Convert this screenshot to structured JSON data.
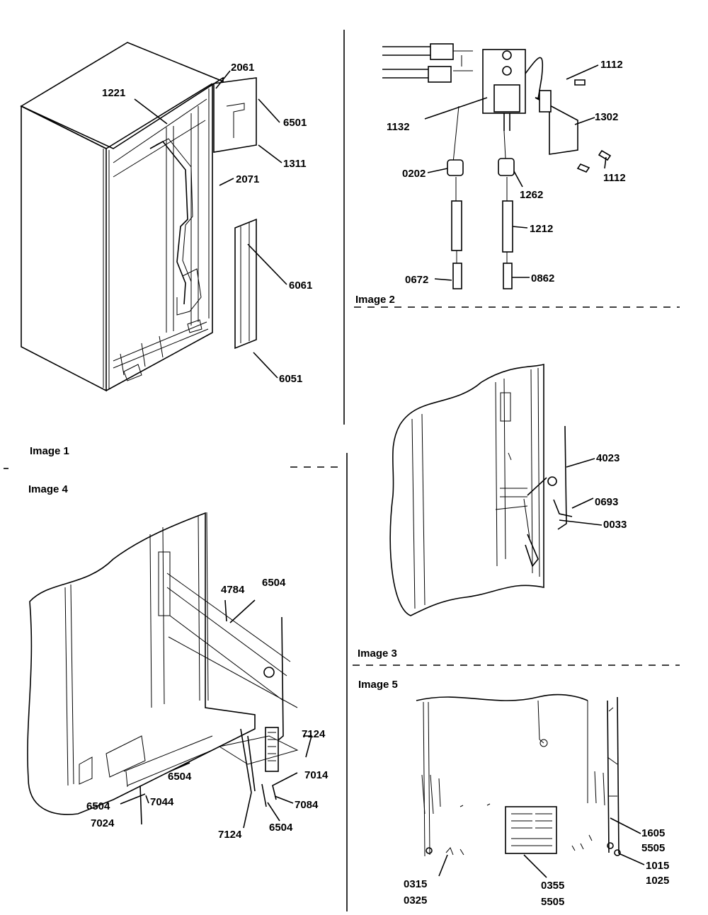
{
  "panels": [
    {
      "caption": "Image 1",
      "parts": [
        "2061",
        "1221",
        "6501",
        "1311",
        "2071",
        "6061",
        "6051"
      ]
    },
    {
      "caption": "Image 2",
      "parts": [
        "1112",
        "1132",
        "1302",
        "1112",
        "0202",
        "1262",
        "1212",
        "0672",
        "0862"
      ]
    },
    {
      "caption": "Image 3",
      "parts": [
        "4023",
        "0693",
        "0033"
      ]
    },
    {
      "caption": "Image 4",
      "parts": [
        "4784",
        "6504",
        "7124",
        "7014",
        "6504",
        "7044",
        "6504",
        "7084",
        "7024",
        "7124",
        "6504"
      ]
    },
    {
      "caption": "Image 5",
      "parts": [
        "1605",
        "5505",
        "1015",
        "1025",
        "0315",
        "0325",
        "0355",
        "5505"
      ]
    }
  ]
}
